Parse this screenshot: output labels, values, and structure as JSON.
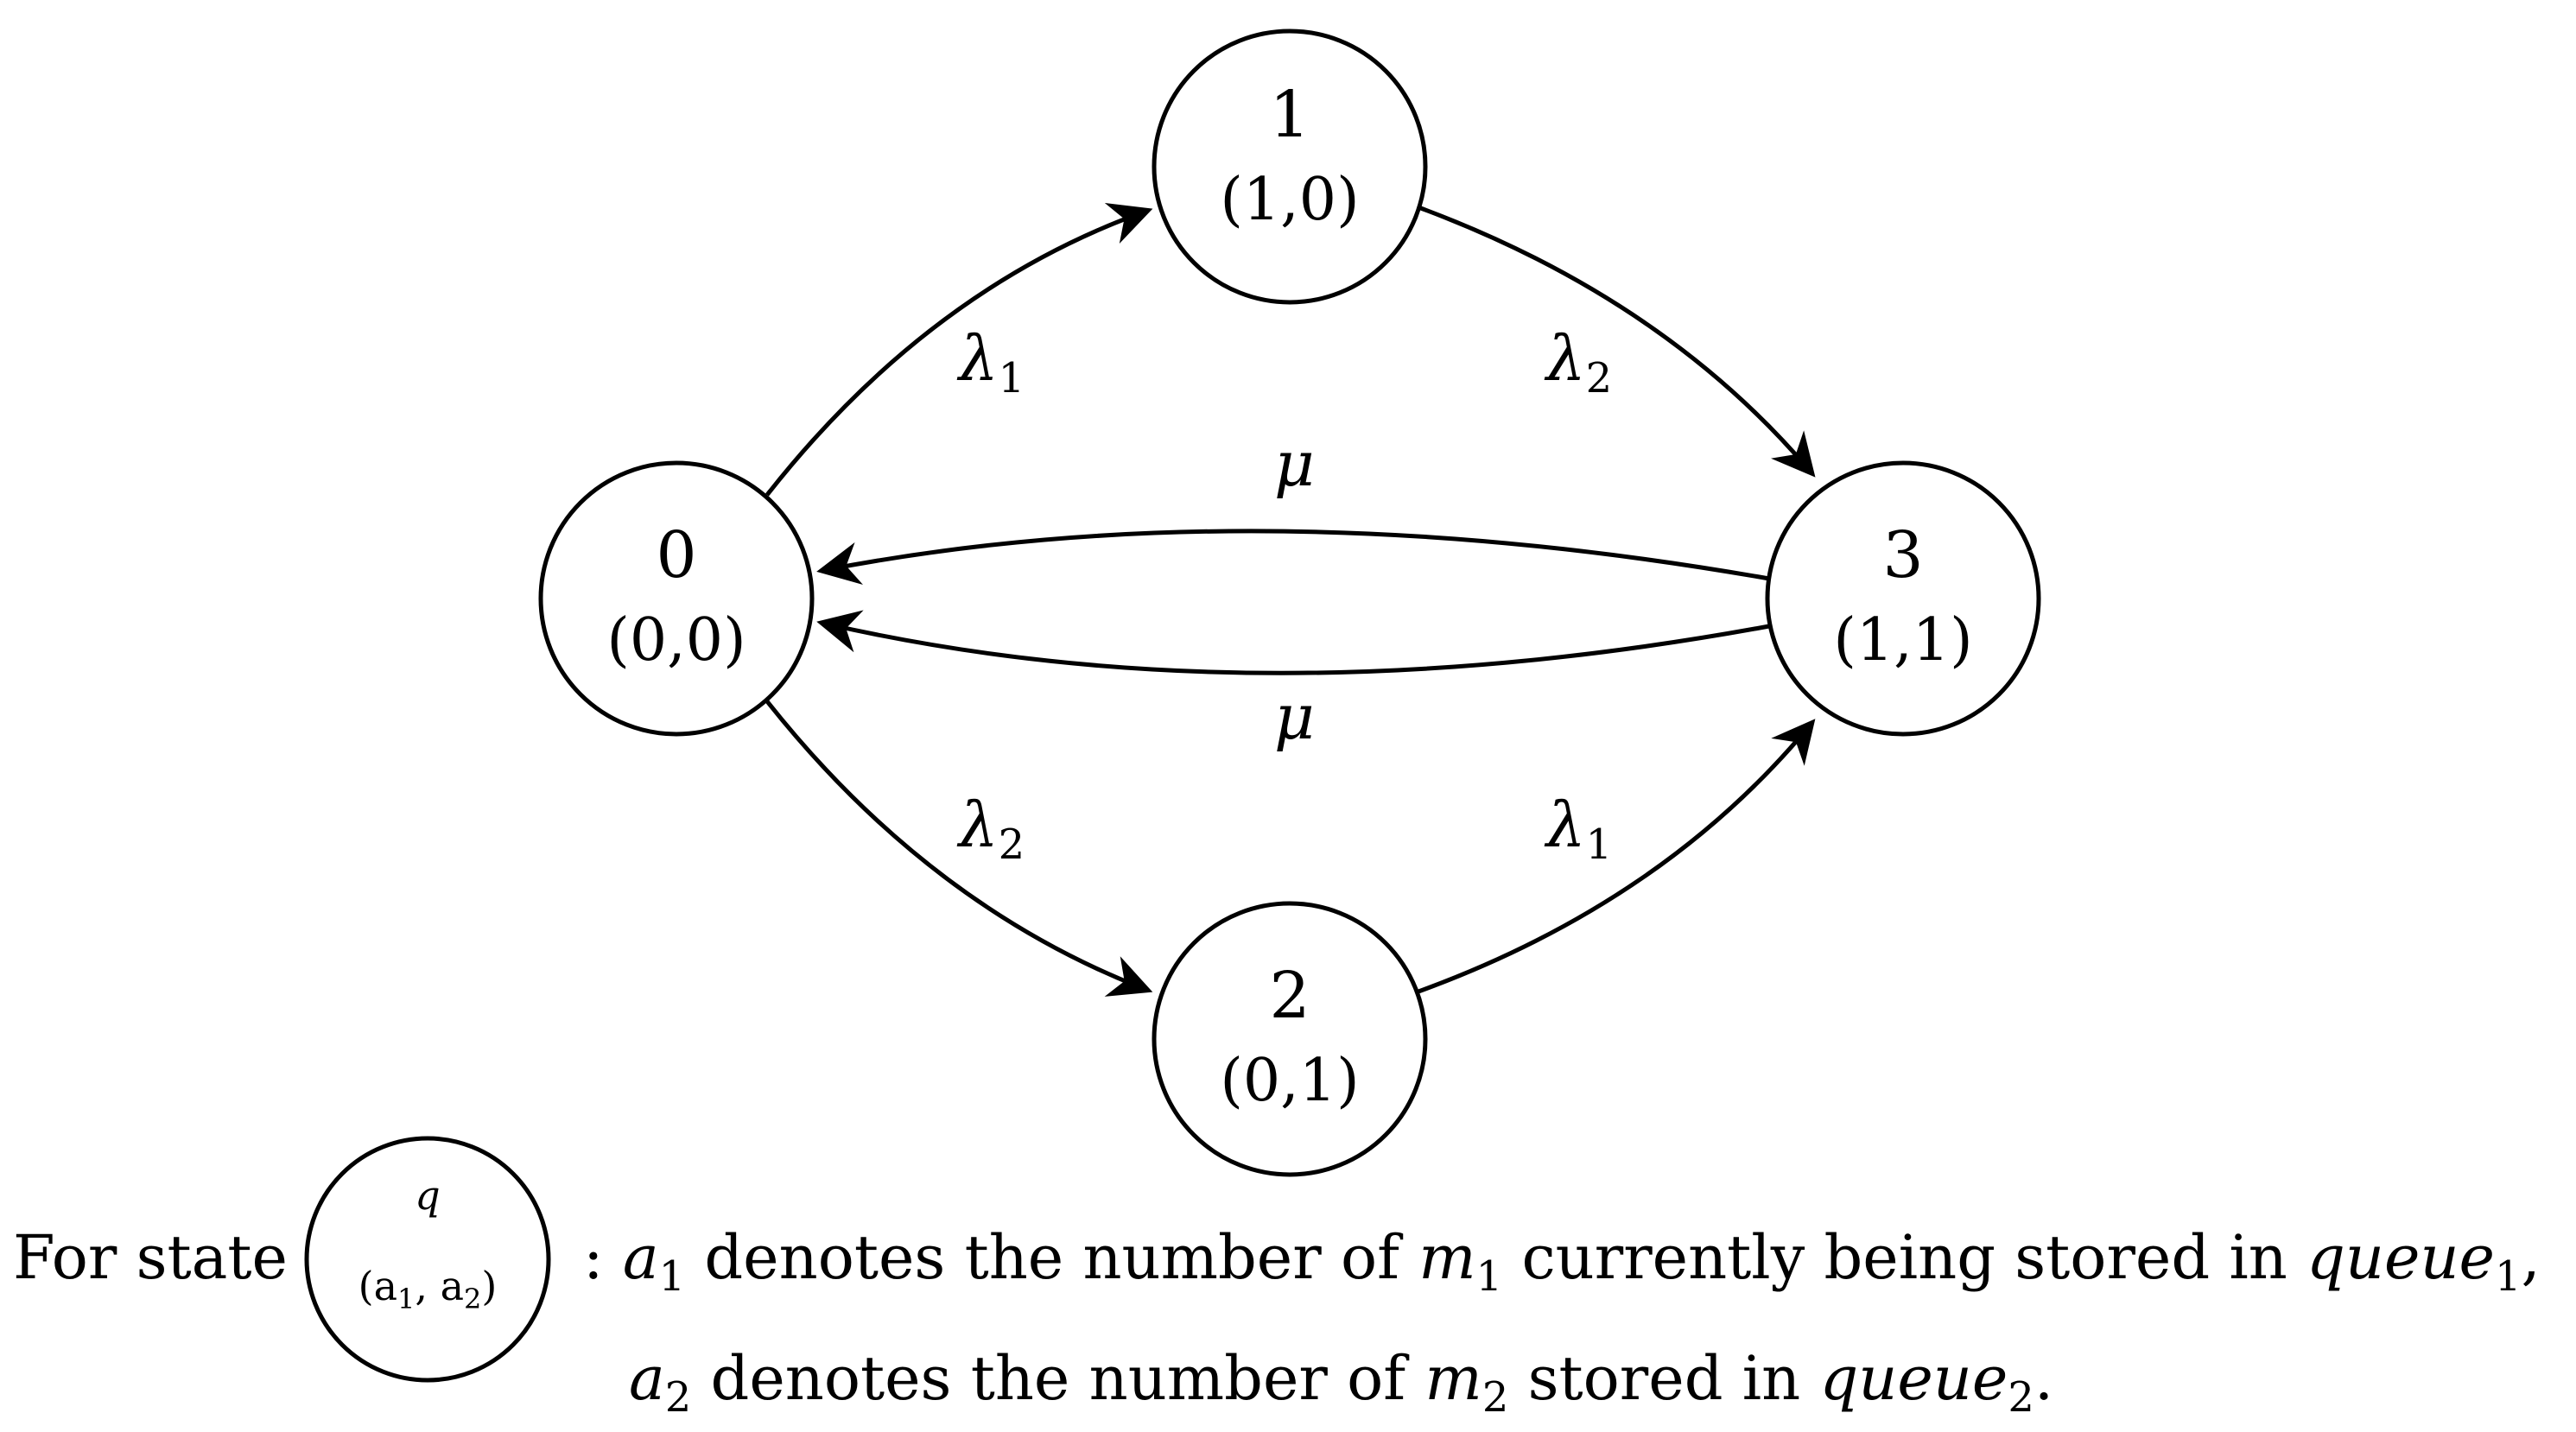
{
  "nodes": [
    {
      "id": "0",
      "pair": "(0,0)"
    },
    {
      "id": "1",
      "pair": "(1,0)"
    },
    {
      "id": "2",
      "pair": "(0,1)"
    },
    {
      "id": "3",
      "pair": "(1,1)"
    }
  ],
  "edges": [
    {
      "from": "0",
      "to": "1",
      "symbol": "λ",
      "subscript": "1"
    },
    {
      "from": "1",
      "to": "3",
      "symbol": "λ",
      "subscript": "2"
    },
    {
      "from": "0",
      "to": "2",
      "symbol": "λ",
      "subscript": "2"
    },
    {
      "from": "2",
      "to": "3",
      "symbol": "λ",
      "subscript": "1"
    },
    {
      "from": "3",
      "to": "0",
      "symbol": "μ",
      "subscript": ""
    },
    {
      "from": "3",
      "to": "0",
      "symbol": "μ",
      "subscript": ""
    }
  ],
  "legend": {
    "prefix": "For state",
    "sample_node_top": "q",
    "sample_node_bottom": "(a",
    "sample_sub1": "1",
    "sample_comma": ", a",
    "sample_sub2": "2",
    "sample_close": ")",
    "line1": {
      "colon": ": ",
      "a": "a",
      "a_sub": "1",
      "text1": " denotes the number of ",
      "m": "m",
      "m_sub": "1",
      "text2": " currently being stored in ",
      "queue": "queue",
      "queue_sub": "1",
      "end": ","
    },
    "line2": {
      "a": "a",
      "a_sub": "2",
      "text1": " denotes the number of ",
      "m": "m",
      "m_sub": "2",
      "text2": " stored in ",
      "queue": "queue",
      "queue_sub": "2",
      "end": "."
    }
  }
}
